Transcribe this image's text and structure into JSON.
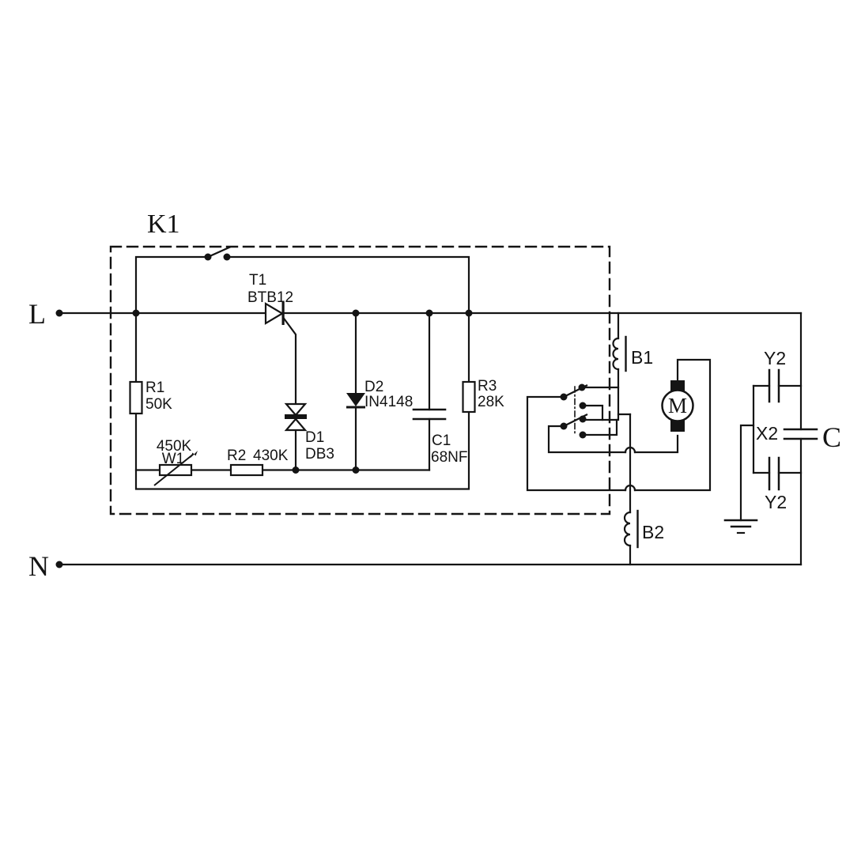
{
  "diagram": {
    "type": "circuit-schematic",
    "enclosure_label": "K1",
    "terminals": {
      "live": "L",
      "neutral": "N"
    },
    "components": {
      "triac": {
        "ref": "T1",
        "part": "BTB12"
      },
      "r1": {
        "ref": "R1",
        "value": "50K"
      },
      "pot_w1": {
        "ref": "W1",
        "value": "450K"
      },
      "r2": {
        "ref": "R2",
        "value": "430K"
      },
      "diac_d1": {
        "ref": "D1",
        "part": "DB3"
      },
      "diode_d2": {
        "ref": "D2",
        "part": "IN4148"
      },
      "c1": {
        "ref": "C1",
        "value": "68NF"
      },
      "r3": {
        "ref": "R3",
        "value": "28K"
      },
      "choke_b1": {
        "ref": "B1"
      },
      "choke_b2": {
        "ref": "B2"
      },
      "motor": {
        "ref": "M"
      },
      "y2_top": {
        "ref": "Y2"
      },
      "x2": {
        "ref": "X2"
      },
      "y2_bottom": {
        "ref": "Y2"
      },
      "cap_bank": {
        "ref": "C"
      }
    },
    "colors": {
      "line": "#141414",
      "background": "#ffffff"
    }
  }
}
